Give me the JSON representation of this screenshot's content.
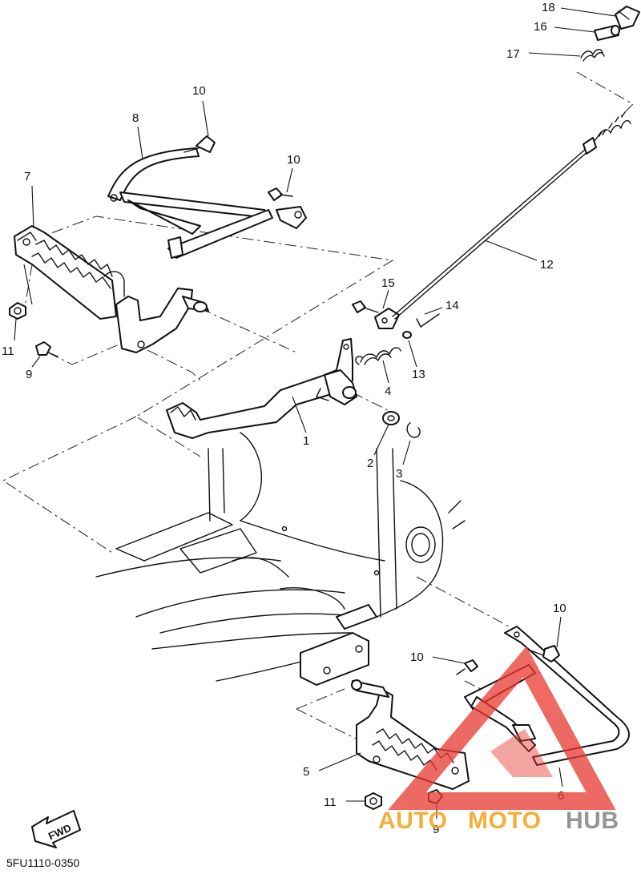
{
  "diagram": {
    "drawing_code": "5FU1110-0350",
    "fwd_label": "FWD",
    "callouts": [
      {
        "id": "c18",
        "label": "18"
      },
      {
        "id": "c16",
        "label": "16"
      },
      {
        "id": "c17",
        "label": "17"
      },
      {
        "id": "c10a",
        "label": "10"
      },
      {
        "id": "c8",
        "label": "8"
      },
      {
        "id": "c10b",
        "label": "10"
      },
      {
        "id": "c7",
        "label": "7"
      },
      {
        "id": "c12",
        "label": "12"
      },
      {
        "id": "c15",
        "label": "15"
      },
      {
        "id": "c14",
        "label": "14"
      },
      {
        "id": "c13",
        "label": "13"
      },
      {
        "id": "c11a",
        "label": "11"
      },
      {
        "id": "c9a",
        "label": "9"
      },
      {
        "id": "c4",
        "label": "4"
      },
      {
        "id": "c1",
        "label": "1"
      },
      {
        "id": "c2",
        "label": "2"
      },
      {
        "id": "c3",
        "label": "3"
      },
      {
        "id": "c10c",
        "label": "10"
      },
      {
        "id": "c10d",
        "label": "10"
      },
      {
        "id": "c5",
        "label": "5"
      },
      {
        "id": "c6",
        "label": "6"
      },
      {
        "id": "c11b",
        "label": "11"
      },
      {
        "id": "c9b",
        "label": "9"
      }
    ]
  },
  "watermark": {
    "part1": "AUTO",
    "part2": "MOTO",
    "part3": "HUB",
    "color_orange": "#f4a623",
    "color_red": "#e8382f",
    "color_gray": "#8a8a8a"
  }
}
